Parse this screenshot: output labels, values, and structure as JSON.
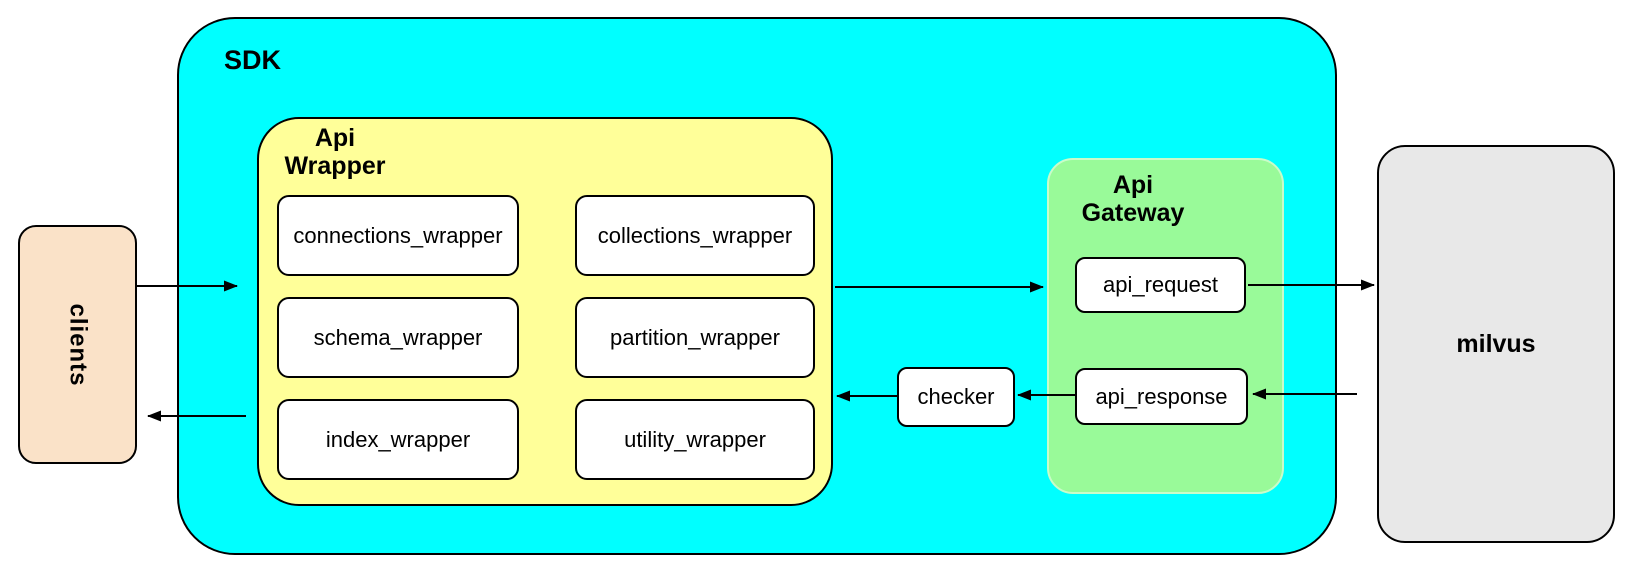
{
  "diagram": {
    "clients": {
      "label": "clients"
    },
    "sdk": {
      "label": "SDK",
      "api_wrapper": {
        "label_lines": [
          "Api",
          "Wrapper"
        ],
        "modules": [
          "connections_wrapper",
          "collections_wrapper",
          "schema_wrapper",
          "partition_wrapper",
          "index_wrapper",
          "utility_wrapper"
        ]
      },
      "checker": {
        "label": "checker"
      },
      "api_gateway": {
        "label_lines": [
          "Api",
          "Gateway"
        ],
        "request_label": "api_request",
        "response_label": "api_response"
      }
    },
    "milvus": {
      "label": "milvus"
    }
  },
  "colors": {
    "sdk": "#00FFFF",
    "api_wrapper": "#FFFF99",
    "api_gateway": "#99FA99",
    "clients": "#FAE2C8",
    "milvus": "#E8E8E8",
    "node": "#FFFFFF",
    "line": "#000000"
  }
}
